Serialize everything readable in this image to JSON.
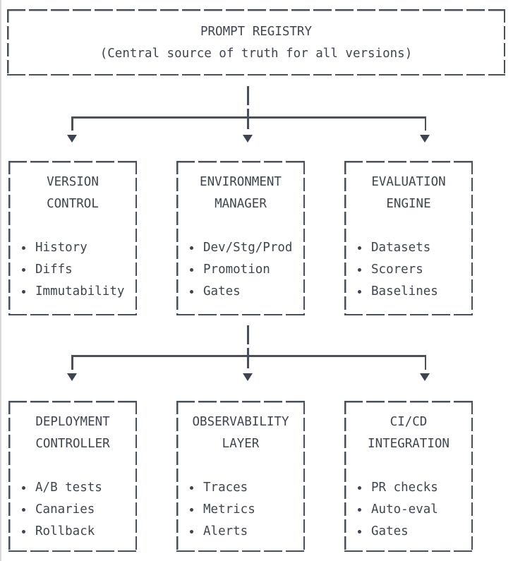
{
  "colors": {
    "line": "#4a505a",
    "text": "#3f4550",
    "left_edge": "#d9d9d9",
    "background": "#ffffff"
  },
  "connector": {
    "arrow_glyph": "▼"
  },
  "top_box": {
    "title": "PROMPT REGISTRY",
    "subtitle": "(Central source of truth for all versions)"
  },
  "mid_row": {
    "boxes": [
      {
        "title_lines": [
          "VERSION",
          "CONTROL"
        ],
        "items": [
          "History",
          "Diffs",
          "Immutability"
        ]
      },
      {
        "title_lines": [
          "ENVIRONMENT",
          "MANAGER"
        ],
        "items": [
          "Dev/Stg/Prod",
          "Promotion",
          "Gates"
        ]
      },
      {
        "title_lines": [
          "EVALUATION",
          "ENGINE"
        ],
        "items": [
          "Datasets",
          "Scorers",
          "Baselines"
        ]
      }
    ]
  },
  "bottom_row": {
    "boxes": [
      {
        "title_lines": [
          "DEPLOYMENT",
          "CONTROLLER"
        ],
        "items": [
          "A/B tests",
          "Canaries",
          "Rollback"
        ]
      },
      {
        "title_lines": [
          "OBSERVABILITY",
          "LAYER"
        ],
        "items": [
          "Traces",
          "Metrics",
          "Alerts"
        ]
      },
      {
        "title_lines": [
          "CI/CD",
          "INTEGRATION"
        ],
        "items": [
          "PR checks",
          "Auto-eval",
          "Gates"
        ]
      }
    ]
  }
}
